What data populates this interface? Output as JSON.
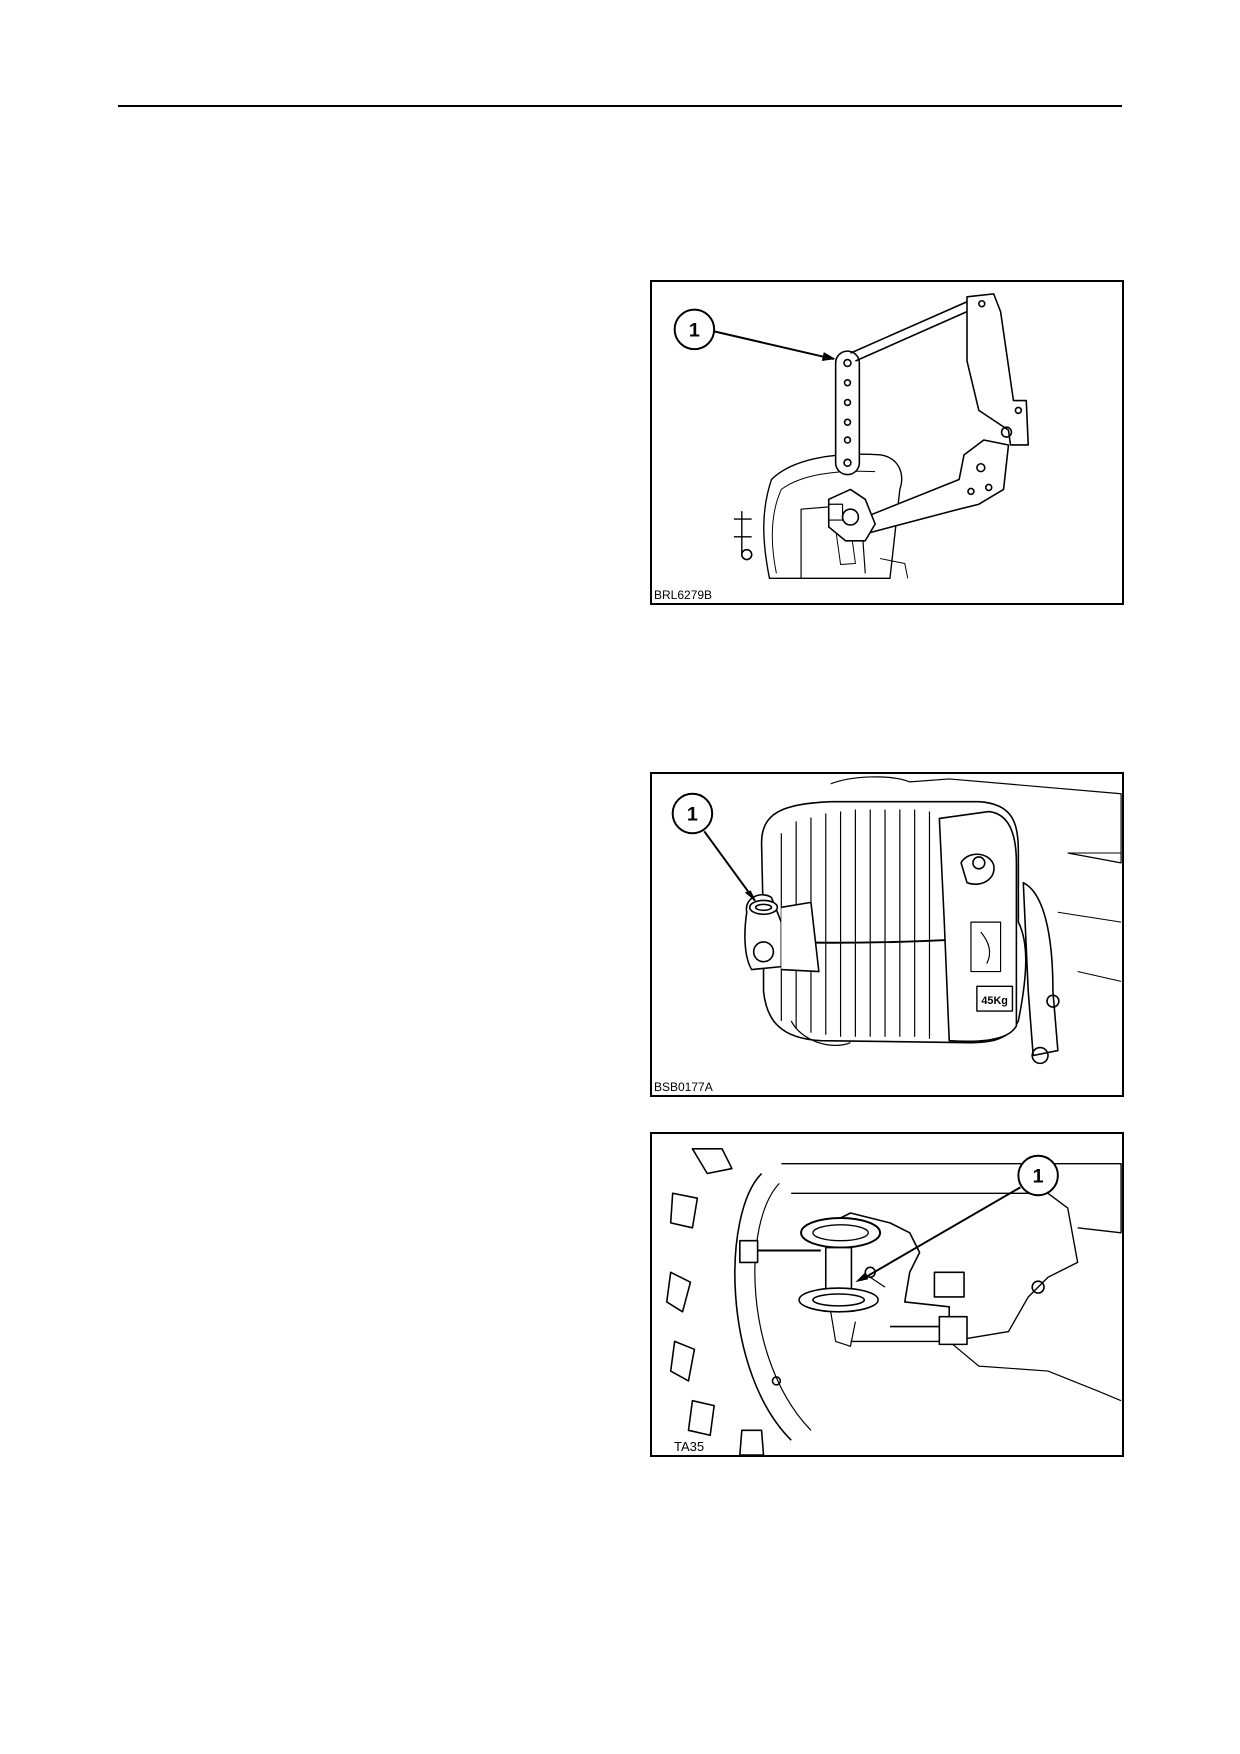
{
  "figures": [
    {
      "code": "BRL6279B",
      "callout": "1",
      "icon": "front-hitch-lift-arm-illustration"
    },
    {
      "code": "BSB0177A",
      "callout": "1",
      "icon": "front-ballast-weights-illustration"
    },
    {
      "code": "TA35",
      "callout": "1",
      "icon": "drawbar-pin-clevis-illustration"
    }
  ]
}
